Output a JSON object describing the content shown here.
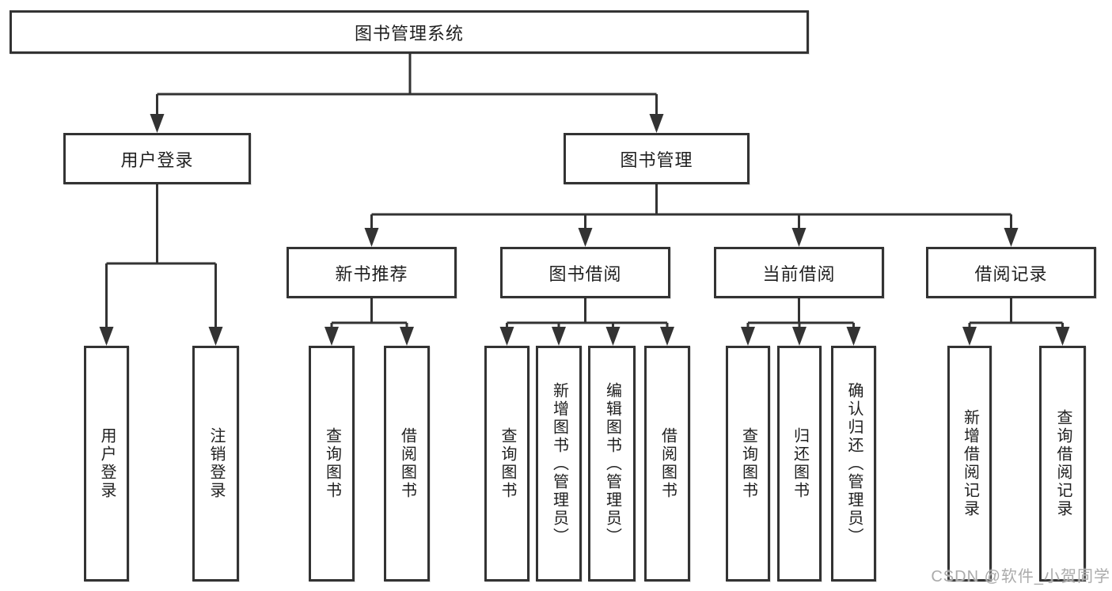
{
  "colors": {
    "line": "#333333",
    "text": "#1f1f1f",
    "watermark": "#ababab",
    "background": "#ffffff"
  },
  "watermark": {
    "text": "CSDN @软件_小贺同学"
  },
  "tree": {
    "label": "图书管理系统",
    "children": [
      {
        "label": "用户登录",
        "children": [
          {
            "label": "用户登录"
          },
          {
            "label": "注销登录"
          }
        ]
      },
      {
        "label": "图书管理",
        "children": [
          {
            "label": "新书推荐",
            "children": [
              {
                "label": "查询图书"
              },
              {
                "label": "借阅图书"
              }
            ]
          },
          {
            "label": "图书借阅",
            "children": [
              {
                "label": "查询图书"
              },
              {
                "label": "新增图书（管理员）"
              },
              {
                "label": "编辑图书（管理员）"
              },
              {
                "label": "借阅图书"
              }
            ]
          },
          {
            "label": "当前借阅",
            "children": [
              {
                "label": "查询图书"
              },
              {
                "label": "归还图书"
              },
              {
                "label": "确认归还（管理员）"
              }
            ]
          },
          {
            "label": "借阅记录",
            "children": [
              {
                "label": "新增借阅记录"
              },
              {
                "label": "查询借阅记录"
              }
            ]
          }
        ]
      }
    ]
  }
}
